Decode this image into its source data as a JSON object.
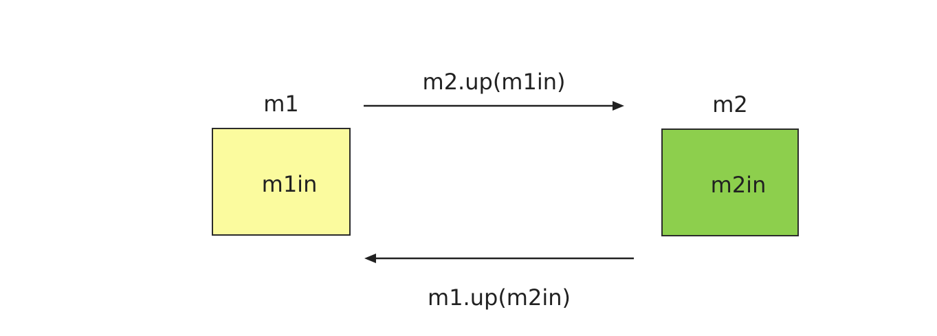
{
  "diagram": {
    "nodes": [
      {
        "id": "m1",
        "title": "m1",
        "content": "m1in",
        "fill": "#FBFB9E",
        "border": "#2b2b2b"
      },
      {
        "id": "m2",
        "title": "m2",
        "content": "m2in",
        "fill": "#8DCF4D",
        "border": "#2b2b2b"
      }
    ],
    "edges": [
      {
        "label": "m2.up(m1in)",
        "from": "m1",
        "to": "m2",
        "direction": "left-to-right"
      },
      {
        "label": "m1.up(m2in)",
        "from": "m2",
        "to": "m1",
        "direction": "right-to-left"
      }
    ]
  },
  "colors": {
    "background": "#ffffff",
    "arrow": "#212121",
    "text": "#212121"
  }
}
